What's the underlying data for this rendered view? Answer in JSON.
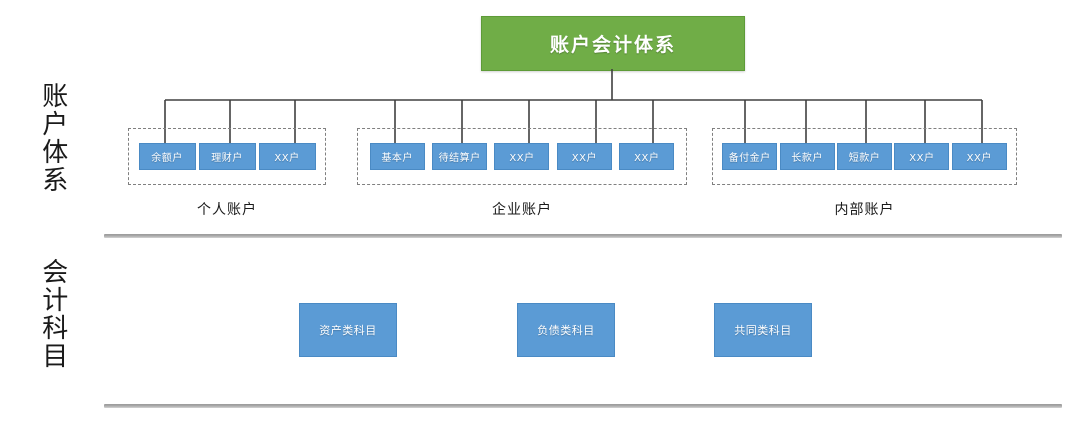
{
  "diagram": {
    "root": {
      "label": "账户会计体系",
      "color": "#70ad47"
    },
    "side_labels": [
      {
        "name": "accounts",
        "label": "账户体系"
      },
      {
        "name": "subjects",
        "label": "会计科目"
      }
    ],
    "leaf_color": "#5b9bd5",
    "groups": [
      {
        "caption": "个人账户",
        "nodes": [
          {
            "label": "余额户"
          },
          {
            "label": "理财户"
          },
          {
            "label": "XX户"
          }
        ]
      },
      {
        "caption": "企业账户",
        "nodes": [
          {
            "label": "基本户"
          },
          {
            "label": "待结算户"
          },
          {
            "label": "XX户"
          },
          {
            "label": "XX户"
          },
          {
            "label": "XX户"
          }
        ]
      },
      {
        "caption": "内部账户",
        "nodes": [
          {
            "label": "备付金户"
          },
          {
            "label": "长款户"
          },
          {
            "label": "短款户"
          },
          {
            "label": "XX户"
          },
          {
            "label": "XX户"
          }
        ]
      }
    ],
    "subjects": [
      {
        "label": "资产类科目"
      },
      {
        "label": "负债类科目"
      },
      {
        "label": "共同类科目"
      }
    ]
  }
}
